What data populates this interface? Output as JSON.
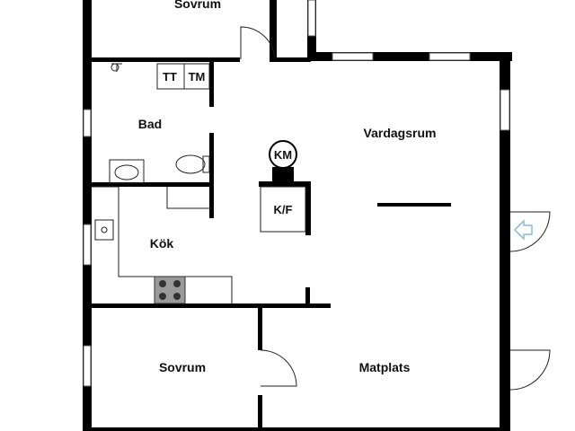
{
  "rooms": {
    "sovrum_top": "Sovrum",
    "bad": "Bad",
    "vardagsrum": "Vardagsrum",
    "kok": "Kök",
    "sovrum_bottom": "Sovrum",
    "matplats": "Matplats"
  },
  "fixtures": {
    "tt": "TT",
    "tm": "TM",
    "km": "KM",
    "kf": "K/F"
  },
  "colors": {
    "wall": "#000000",
    "entry_arrow": "#8fb8d8"
  }
}
